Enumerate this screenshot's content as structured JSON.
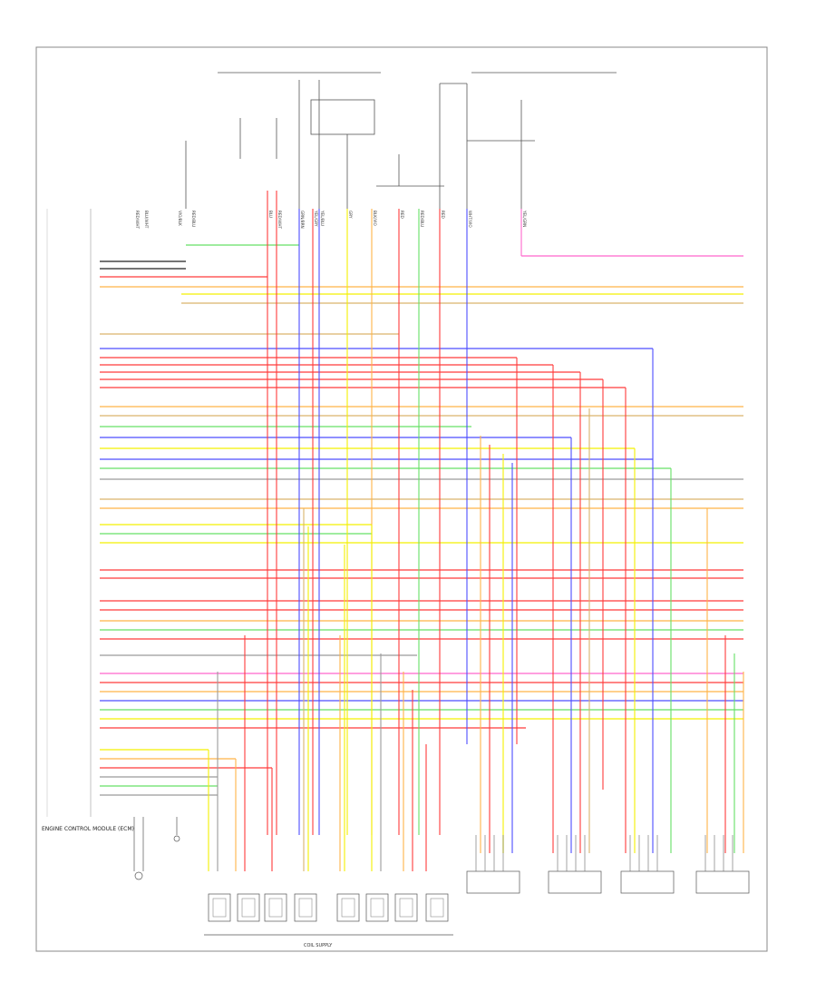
{
  "diagram": {
    "labels": {
      "ecm": "ENGINE CONTROL MODULE (ECM)",
      "coil_caption": "COIL SUPPLY",
      "footer_code": "",
      "right_fuse": "",
      "left_fuse": ""
    },
    "colors": {
      "red": "#ff3b3b",
      "orange": "#ffb347",
      "yellow": "#f4f000",
      "green": "#66e066",
      "blue": "#4d4dff",
      "pink": "#ff66cc",
      "gray": "#9a9a9a",
      "black": "#222222",
      "tan": "#d9b36c"
    },
    "wire_labels": [
      "RED/BLU",
      "BLU",
      "RED/WHT",
      "GRN/BRN",
      "YEL/GRY",
      "YEL/BLU",
      "GRY",
      "BLK/VIO",
      "RED",
      "RED/BLU",
      "RED",
      "WHT/VIO",
      "YEL/GRN",
      "RED/WHT",
      "BLU/WHT",
      "VIO/BLK"
    ],
    "components": {
      "coils": [
        "",
        "",
        "",
        "",
        "",
        "",
        "",
        ""
      ],
      "sensors": [
        "",
        "",
        "",
        ""
      ],
      "sensor_captions": [
        "",
        "",
        "",
        ""
      ],
      "bottom_left": ""
    }
  }
}
